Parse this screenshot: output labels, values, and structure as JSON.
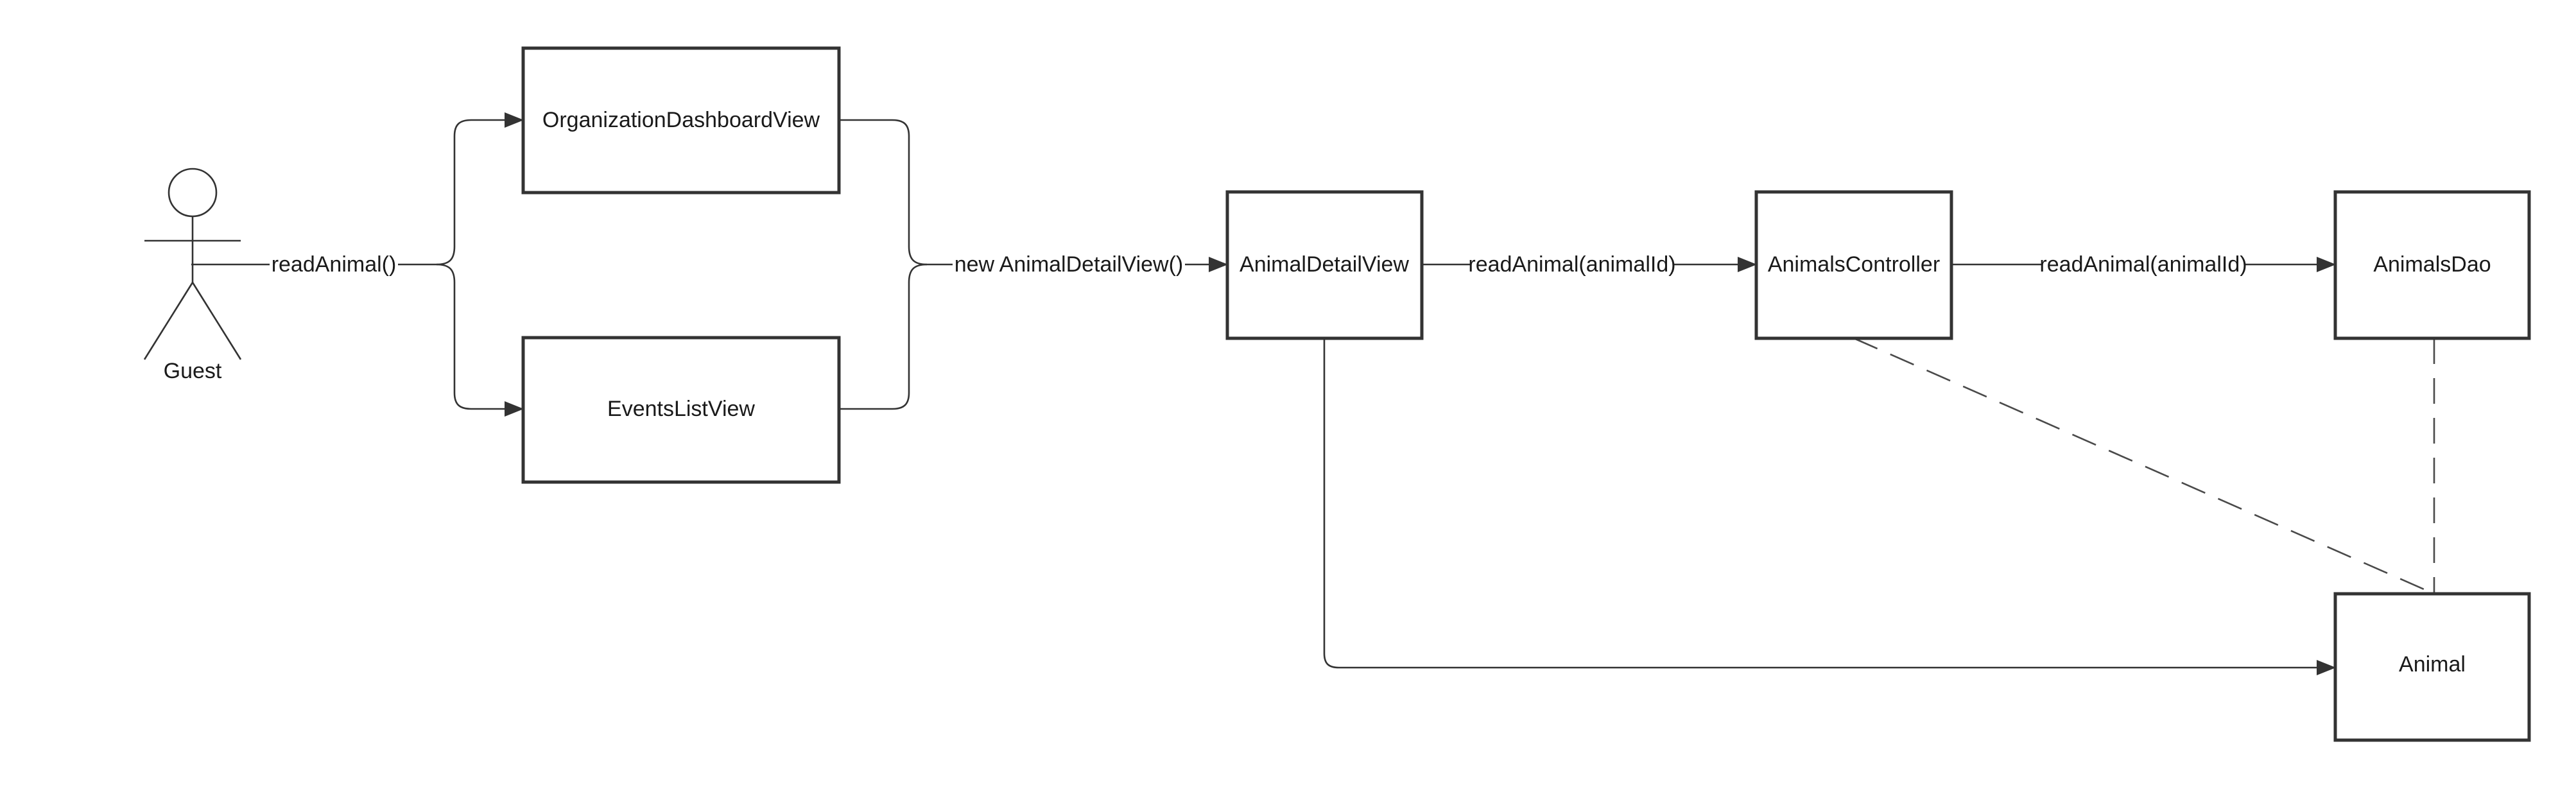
{
  "actor": {
    "name": "Guest"
  },
  "nodes": {
    "organization_dashboard_view": "OrganizationDashboardView",
    "events_list_view": "EventsListView",
    "animal_detail_view": "AnimalDetailView",
    "animals_controller": "AnimalsController",
    "animals_dao": "AnimalsDao",
    "animal": "Animal"
  },
  "edges": {
    "guest_call": "readAnimal()",
    "views_call": "new AnimalDetailView()",
    "detail_to_controller": "readAnimal(animalId)",
    "controller_to_dao": "readAnimal(animalId)"
  },
  "colors": {
    "stroke": "#333333",
    "text": "#1a1a1a",
    "background": "#ffffff"
  }
}
